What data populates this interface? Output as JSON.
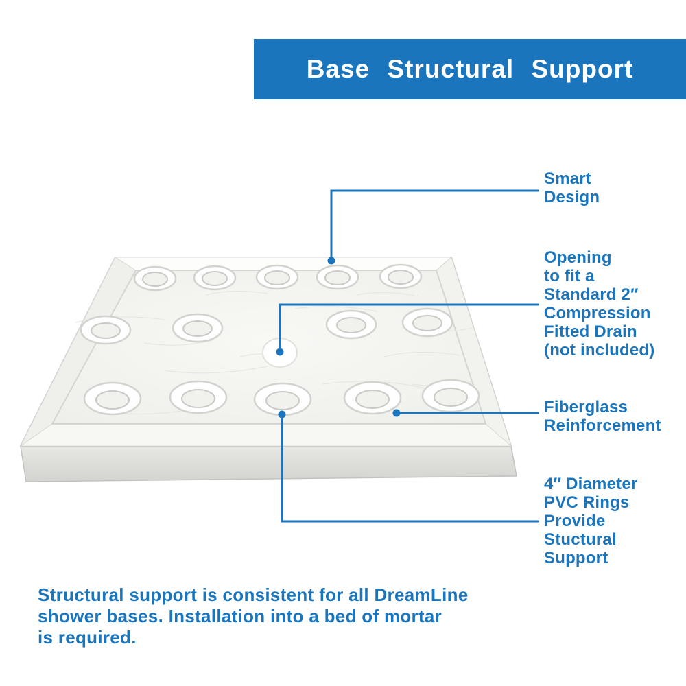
{
  "banner": {
    "title": "Base Structural Support"
  },
  "callouts": [
    {
      "id": "smart-design",
      "label": "Smart\nDesign"
    },
    {
      "id": "drain-opening",
      "label": "Opening\nto fit a\nStandard 2″\nCompression\nFitted Drain\n(not included)"
    },
    {
      "id": "fiberglass-reinforcement",
      "label": "Fiberglass\nReinforcement"
    },
    {
      "id": "pvc-rings",
      "label": "4″ Diameter\nPVC Rings\nProvide\nStuctural\nSupport"
    }
  ],
  "footer": {
    "text": "Structural support is consistent for all DreamLine\nshower bases. Installation into a bed of mortar\nis required."
  },
  "colors": {
    "accent_blue": "#1b75bc",
    "banner_text": "#ffffff",
    "pan_surface": "#f5f5f2",
    "pan_edge": "#c9c9c6"
  },
  "illustration": {
    "subject": "shower base pan, perspective view",
    "pvc_rings_visible": 14,
    "drain": "center drain opening"
  }
}
